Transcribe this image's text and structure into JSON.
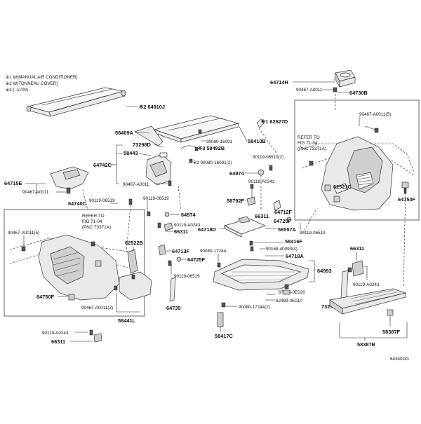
{
  "notes": [
    "※1 W(MANUAL AIR CONDITIONER)",
    "※2 W(TONNEAU COVER)",
    "※3 (        -1709)"
  ],
  "refer_left": [
    "REFER TO",
    "FIG 71-04",
    "(PNC 73371A)"
  ],
  "refer_right": [
    "REFER TO",
    "FIG 71-04",
    "(PNC 73371A)"
  ],
  "figure_code": "64340DG",
  "labels": {
    "p64910J": "※2 64910J",
    "p64714H": "64714H",
    "p90467_a": "90467-A0011",
    "p64730B": "64730B",
    "p90467_a5r": "90467-A0011(5)",
    "p62627D": "※1 62627D",
    "p58409A": "58409A",
    "p90080_16091": "90080-16091",
    "p58410B": "58410B",
    "p73298D": "73298D",
    "p58492B": "※3 58492B",
    "p58443": "58443",
    "p90080_16091_2": "※3 90080-16091(2)",
    "p64742C": "64742C",
    "p90119_06519_2": "90119-06519(2)",
    "p64974_r": "64974",
    "p90119_a0243_r": "90119-A0243",
    "p62521C": "62521C",
    "p64715E": "64715E",
    "p90467_b": "90467-A0011",
    "p90467_c": "90467-A0011",
    "p64750F_r": "64750F",
    "p64740C": "64740C",
    "p90119_06519_a": "90119-06519",
    "p90119_06519_b": "90119-06519",
    "p64974_l": "64974",
    "p90119_a0243_m": "90119-A0243",
    "p58792F": "58792F",
    "p66311_m": "66311",
    "p64712F": "64712F",
    "p64725F_r": "64725F",
    "p90119_06519_c": "90119-06519",
    "p90467_a5l": "90467-A0011(5)",
    "p66311_l": "66311",
    "p64718D": "64718D",
    "p58557A": "58557A",
    "p62522B": "62522B",
    "p58416F": "58416F",
    "p90080_17244": "90080-17244",
    "p90168_40093": "90168-40093(4)",
    "p64713F": "64713F",
    "p64718A": "64718A",
    "p66311_r": "66311",
    "p64725F_l": "64725F",
    "p64993": "64993",
    "p90119_06519_d": "90119-06519",
    "p67773": "67773-0E020",
    "p90119_a0243_rr": "90119-A0243",
    "p64750F_l": "64750F",
    "p62489": "62489-0E010",
    "p64735": "64735",
    "p73297E": "73297E",
    "p90467_a3": "90467-A0011(3)",
    "p90080_17244_2": "90080-17244(2)",
    "p58441L": "58441L",
    "p58387F": "58387F",
    "p90119_a0243_bl": "90119-A0243",
    "p58417C": "58417C",
    "p66311_bl": "66311",
    "p58387B": "58387B"
  }
}
